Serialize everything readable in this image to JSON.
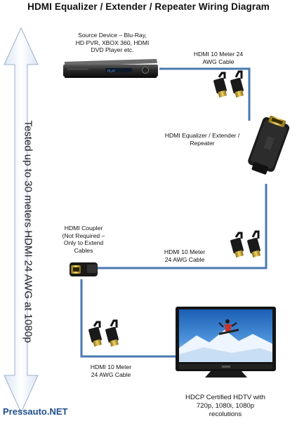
{
  "title": "HDMI Equalizer / Extender / Repeater Wiring Diagram",
  "side_note": "Tested up to 30 meters HDMI 24 AWG at 1080p",
  "footer_watermark": "Pressauto.NET",
  "source_device": {
    "lines": [
      "Source Device – Blu-Ray,",
      "HD PVR, XBOX 360, HDMI",
      "DVD Player etc."
    ]
  },
  "cable_top": {
    "lines": [
      "HDMI 10 Meter 24",
      "AWG Cable"
    ]
  },
  "equalizer": {
    "lines": [
      "HDMI Equalizer / Extender /",
      "Repeater"
    ]
  },
  "coupler": {
    "lines": [
      "HDMI Coupler",
      "(Not Required –",
      "Only to Extend",
      "Cables"
    ]
  },
  "cable_middle": {
    "lines": [
      "HDMI 10 Meter",
      "24 AWG Cable"
    ]
  },
  "cable_bottom": {
    "lines": [
      "HDMI 10 Meter",
      "24 AWG Cable"
    ]
  },
  "tv": {
    "lines": [
      "HDCP Certified HDTV with",
      "720p, 1080i, 1080p",
      "recolutions"
    ]
  },
  "colors": {
    "cable": "#4a78b0",
    "arrow_fill": "#eef3fa",
    "arrow_stroke": "#8fa4c2",
    "connector_gold": "#d4b33a"
  }
}
